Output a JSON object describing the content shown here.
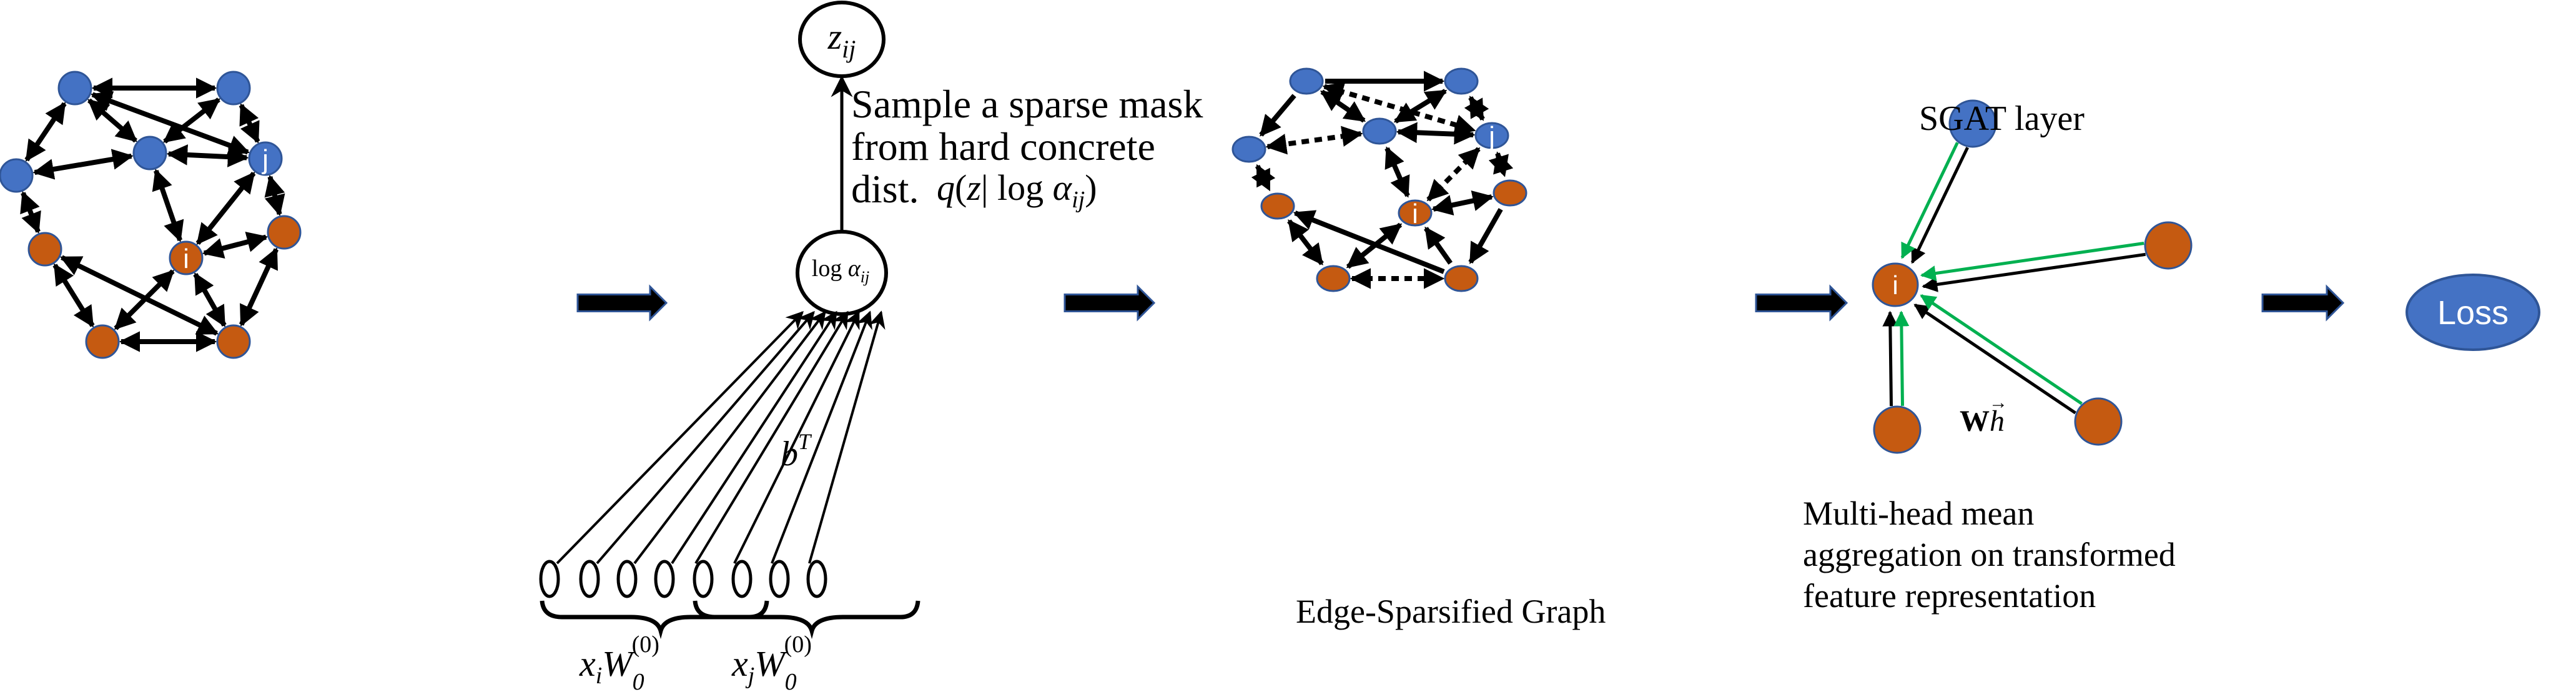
{
  "colors": {
    "blue_node": "#4472C4",
    "orange_node": "#C55A11",
    "node_outline": "#2F5597",
    "edge": "#000000",
    "green_edge": "#00B050",
    "loss_fill": "#4472C4",
    "loss_text": "#ffffff",
    "flow_arrow_fill": "#000000",
    "flow_arrow_outline": "#2F5597"
  },
  "original_graph": {
    "nodes": [
      {
        "id": "a",
        "type": "blue",
        "label": ""
      },
      {
        "id": "b",
        "type": "blue",
        "label": ""
      },
      {
        "id": "c",
        "type": "blue",
        "label": ""
      },
      {
        "id": "d",
        "type": "blue",
        "label": ""
      },
      {
        "id": "j",
        "type": "blue",
        "label": "j"
      },
      {
        "id": "e",
        "type": "orange",
        "label": ""
      },
      {
        "id": "i",
        "type": "orange",
        "label": "i"
      },
      {
        "id": "f",
        "type": "orange",
        "label": ""
      },
      {
        "id": "g",
        "type": "orange",
        "label": ""
      },
      {
        "id": "h",
        "type": "orange",
        "label": ""
      }
    ],
    "edges": [
      {
        "from": "a",
        "to": "b",
        "style": "both"
      },
      {
        "from": "a",
        "to": "j",
        "style": "both"
      },
      {
        "from": "a",
        "to": "c",
        "style": "both"
      },
      {
        "from": "a",
        "to": "d",
        "style": "both"
      },
      {
        "from": "b",
        "to": "d_mid",
        "style": "both"
      },
      {
        "from": "b",
        "to": "j",
        "style": "both"
      },
      {
        "from": "d_mid",
        "to": "c",
        "style": "both"
      },
      {
        "from": "d_mid",
        "to": "j",
        "style": "both"
      },
      {
        "from": "d_mid",
        "to": "i",
        "style": "both"
      },
      {
        "from": "j",
        "to": "i",
        "style": "both"
      },
      {
        "from": "j",
        "to": "f",
        "style": "both"
      },
      {
        "from": "c",
        "to": "e",
        "style": "both"
      },
      {
        "from": "i",
        "to": "f",
        "style": "both"
      },
      {
        "from": "e",
        "to": "g",
        "style": "both"
      },
      {
        "from": "e",
        "to": "h",
        "style": "both"
      },
      {
        "from": "i",
        "to": "g",
        "style": "both"
      },
      {
        "from": "i",
        "to": "h",
        "style": "both"
      },
      {
        "from": "f",
        "to": "h",
        "style": "both"
      },
      {
        "from": "g",
        "to": "h",
        "style": "both"
      }
    ]
  },
  "mask_network": {
    "top_node": "z_ij",
    "middle_node": "log α_ij",
    "annotation_lines": [
      "Sample a sparse mask",
      "from hard concrete",
      "dist."
    ],
    "annotation_formula": "q(z| log α_ij)",
    "weight_label": "b^T",
    "input_count_per_group": 4,
    "groups": [
      {
        "label_base": "x",
        "label_sub": "i",
        "label_w": "W",
        "label_w_sub": "0",
        "label_w_sup": "(0)"
      },
      {
        "label_base": "x",
        "label_sub": "j",
        "label_w": "W",
        "label_w_sub": "0",
        "label_w_sup": "(0)"
      }
    ]
  },
  "sparsified_graph": {
    "caption": "Edge-Sparsified Graph",
    "edges": [
      {
        "from": "a",
        "to": "b",
        "style": "forward"
      },
      {
        "from": "a",
        "to": "j",
        "style": "dotted"
      },
      {
        "from": "a",
        "to": "c",
        "style": "forward"
      },
      {
        "from": "a",
        "to": "d",
        "style": "both"
      },
      {
        "from": "d",
        "to": "b",
        "style": "both"
      },
      {
        "from": "b",
        "to": "j",
        "style": "both"
      },
      {
        "from": "d",
        "to": "c",
        "style": "dotted"
      },
      {
        "from": "d",
        "to": "j",
        "style": "both"
      },
      {
        "from": "d",
        "to": "i",
        "style": "both"
      },
      {
        "from": "j",
        "to": "i",
        "style": "dotted"
      },
      {
        "from": "j",
        "to": "f",
        "style": "dotted"
      },
      {
        "from": "c",
        "to": "e",
        "style": "dotted"
      },
      {
        "from": "i",
        "to": "f",
        "style": "both"
      },
      {
        "from": "e",
        "to": "g",
        "style": "both"
      },
      {
        "from": "h",
        "to": "e",
        "style": "forward"
      },
      {
        "from": "i",
        "to": "g",
        "style": "both"
      },
      {
        "from": "h",
        "to": "i",
        "style": "forward"
      },
      {
        "from": "f",
        "to": "h",
        "style": "forward"
      },
      {
        "from": "g",
        "to": "h",
        "style": "dotted"
      }
    ]
  },
  "sgat_layer": {
    "title": "SGAT layer",
    "center_label": "i",
    "neighbor_label": "Wh⃗",
    "neighbor_label_bold": "W",
    "neighbor_label_vec": "h",
    "caption_lines": [
      "Multi-head mean",
      "aggregation on transformed",
      "feature representation"
    ]
  },
  "loss": {
    "label": "Loss"
  }
}
